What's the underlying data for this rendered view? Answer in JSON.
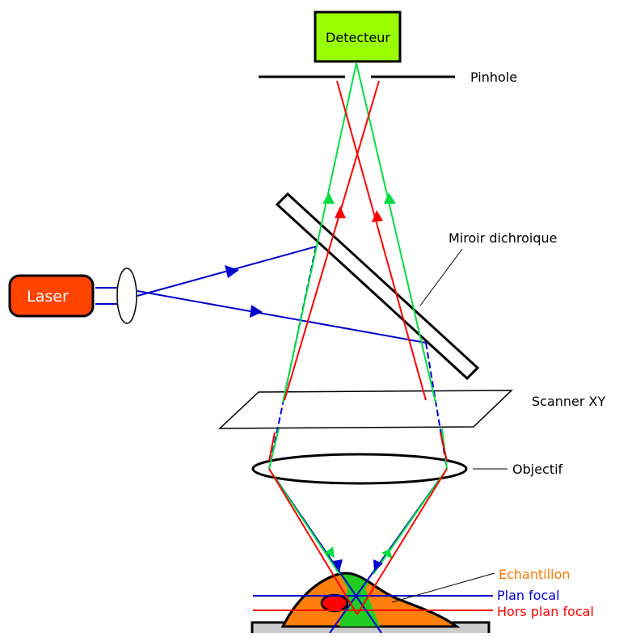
{
  "labels": {
    "detector": "Detecteur",
    "pinhole": "Pinhole",
    "dichroic_mirror": "Miroir dichroique",
    "laser": "Laser",
    "scanner": "Scanner XY",
    "objective": "Objectif",
    "sample": "Echantillon",
    "focal_plane": "Plan focal",
    "out_of_focus_plane": "Hors plan focal"
  },
  "colors": {
    "detector_fill": "#99ff00",
    "laser_fill": "#ff4400",
    "laser_text": "#ffffff",
    "excitation_beam": "#0000cc",
    "in_focus_emission": "#00dd44",
    "out_of_focus_emission": "#ff0000",
    "sample_fill": "#ff7f0e",
    "sample_focal_region": "#22cc22",
    "stage_fill": "#cccccc",
    "sample_label": "#ff7700",
    "focal_plane_label": "#0000cc",
    "out_of_focus_label": "#ff0000"
  }
}
